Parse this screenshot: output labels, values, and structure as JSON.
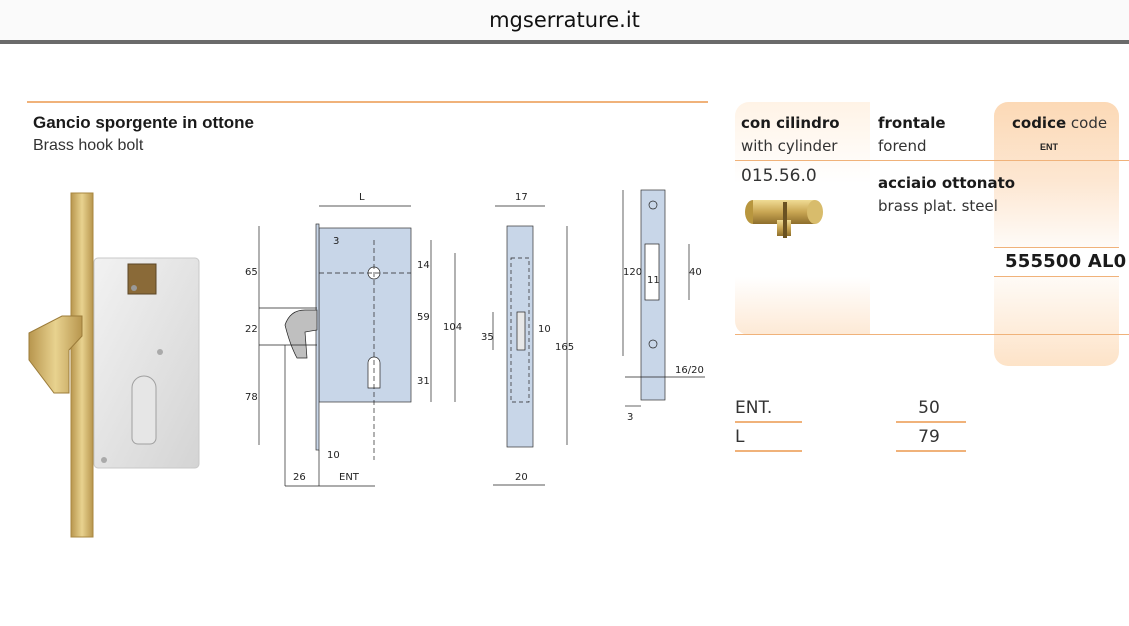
{
  "site": {
    "title": "mgserrature.it"
  },
  "product": {
    "title_it": "Gancio sporgente in ottone",
    "title_en": "Brass hook bolt"
  },
  "drawing_labels": {
    "L": "L",
    "d3": "3",
    "d65": "65",
    "d22": "22",
    "d78": "78",
    "d14": "14",
    "d59": "59",
    "d104": "104",
    "d31": "31",
    "d10": "10",
    "d26": "26",
    "ENT": "ENT",
    "d17": "17",
    "d35": "35",
    "d10b": "10",
    "d165": "165",
    "d20": "20",
    "d120": "120",
    "d11": "11",
    "d40": "40",
    "d16_20": "16/20",
    "d3b": "3"
  },
  "table": {
    "col1_bold": "con cilindro",
    "col1_sub": "with cylinder",
    "col2_bold": "frontale",
    "col2_sub": "forend",
    "col3_bold": "codice",
    "col3_light": "code",
    "col3_small": "ENT",
    "row_cylinder": "015.56.0",
    "row_material_it": "acciaio ottonato",
    "row_material_en": "brass plat. steel",
    "row_code": "555500 AL0"
  },
  "dimensions": [
    {
      "label": "ENT.",
      "value": "50"
    },
    {
      "label": "L",
      "value": "79"
    }
  ],
  "colors": {
    "accent": "#f0b27a",
    "brass": "#d9bb72",
    "plate": "#c8d6e8"
  }
}
